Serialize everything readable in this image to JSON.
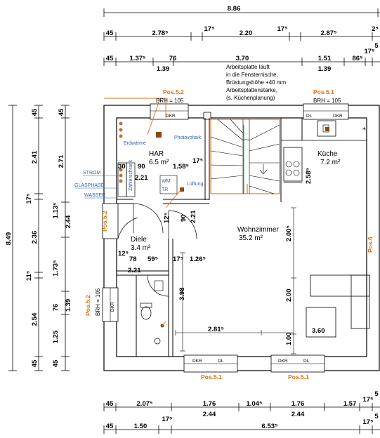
{
  "dimensions": {
    "total_width": "8.86",
    "row2": [
      "45",
      "2.78⁵",
      "17⁵",
      "2.20",
      "17⁵",
      "2.87⁵",
      "2⁵"
    ],
    "row3": [
      "45",
      "1.37⁵",
      "76",
      "3.70",
      "1.51",
      "86⁵",
      "17⁵",
      "5"
    ],
    "row3_sub": [
      "1.39",
      "1.39"
    ],
    "bottom1": [
      "45",
      "2.07⁵",
      "1.76",
      "1.04⁵",
      "1.76",
      "1.57",
      "17⁵",
      "5"
    ],
    "bottom1_sub": [
      "2.44",
      "2.44"
    ],
    "bottom2": [
      "45",
      "1.50",
      "17⁵",
      "6.53⁵",
      "17⁵",
      "5"
    ],
    "left_total": "8.49",
    "left_col1": [
      "45",
      "2.41",
      "17⁵",
      "2.36",
      "11⁵",
      "2.54",
      "45"
    ],
    "left_col2": [
      "45",
      "2.71",
      "1.13⁵",
      "2.44",
      "1.73⁵",
      "76",
      "1.39",
      "1.25",
      "45"
    ],
    "interior": [
      "30",
      "90",
      "1.58⁵",
      "17⁵",
      "2.21",
      "12⁵",
      "90",
      "2.21",
      "12⁵",
      "78",
      "59⁵",
      "17⁵",
      "1.26⁵",
      "2.21",
      "3.98",
      "2.81⁵",
      "2.00⁵",
      "2.00",
      "1.00",
      "2.58⁵",
      "3.60"
    ]
  },
  "rooms": {
    "har": {
      "name": "HAR",
      "area": "6.5 m²"
    },
    "kueche": {
      "name": "Küche",
      "area": "7.2 m²"
    },
    "wohnzimmer": {
      "name": "Wohnzimmer",
      "area": "35.2 m²"
    },
    "diele": {
      "name": "Diele",
      "area": "3.4 m²"
    }
  },
  "note": [
    "Arbeitsplatte läuft",
    "in die Fensternische,",
    "Brüstungshöhe +40 mm",
    "Arbeitsplattenstärke,",
    "(s. Küchenplanung)"
  ],
  "positions": {
    "pos52_top": "Pos.5.2",
    "pos51_top": "Pos.5.1",
    "pos52_left": "Pos.5.2",
    "pos52_left2": "Pos.5.2",
    "pos6": "Pos.6",
    "pos51_b1": "Pos.5.1",
    "pos51_b2": "Pos.5.1"
  },
  "brh": {
    "top_left": "BRH = 105",
    "top_right": "BRH = 105",
    "left": "BRH = 105"
  },
  "labels": {
    "erdwaerme": "Erdwärme",
    "photovoltaik": "Photovoltaik",
    "lueftung": "Lüftung",
    "wm": "WM",
    "tr": "TR",
    "strom": "STROM",
    "glasphase": "GLASPHASE",
    "wasser": "WASSER",
    "zaehlerschrank": "Zählerschrank",
    "dkr": "DKR",
    "dl": "DL"
  },
  "colors": {
    "wall": "#000000",
    "accent": "#e07010",
    "blue": "#3060b0",
    "stair": "#e07010",
    "green": "#20a020"
  }
}
